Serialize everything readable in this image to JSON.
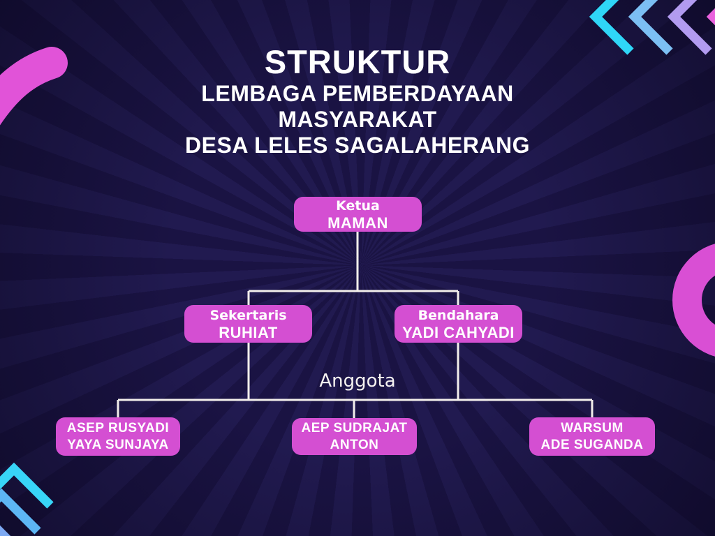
{
  "title": {
    "line1": "STRUKTUR",
    "line2": "LEMBAGA PEMBERDAYAAN",
    "line3": "MASYARAKAT",
    "line4": "DESA LELES SAGALAHERANG"
  },
  "org": {
    "ketua": {
      "role": "Ketua",
      "name": "MAMAN"
    },
    "sekertaris": {
      "role": "Sekertaris",
      "name": "RUHIAT"
    },
    "bendahara": {
      "role": "Bendahara",
      "name": "YADI CAHYADI"
    },
    "anggota_label": "Anggota",
    "anggota_left": {
      "line1": "ASEP RUSYADI",
      "line2": "YAYA SUNJAYA"
    },
    "anggota_center": {
      "line1": "AEP SUDRAJAT",
      "line2": "ANTON"
    },
    "anggota_right": {
      "line1": "WARSUM",
      "line2": "ADE SUGANDA"
    }
  },
  "colors": {
    "background_dark": "#1a1343",
    "background_ray": "#211a50",
    "box_pink": "#d44fd2",
    "connector_white": "#f3efeb",
    "text_white": "#ffffff",
    "accent_cyan": "#2fd6f7",
    "accent_blue": "#7cbff3",
    "accent_lavender": "#b29bf0",
    "accent_magenta": "#e962dd",
    "arc_pink": "#e153d8",
    "ring_pink": "#d94fd4"
  },
  "decorations": {
    "top_right": "chevron-left-arrows",
    "bottom_left": "chevron-up-arrows",
    "top_left": "pink-arc",
    "middle_right": "pink-ring"
  }
}
